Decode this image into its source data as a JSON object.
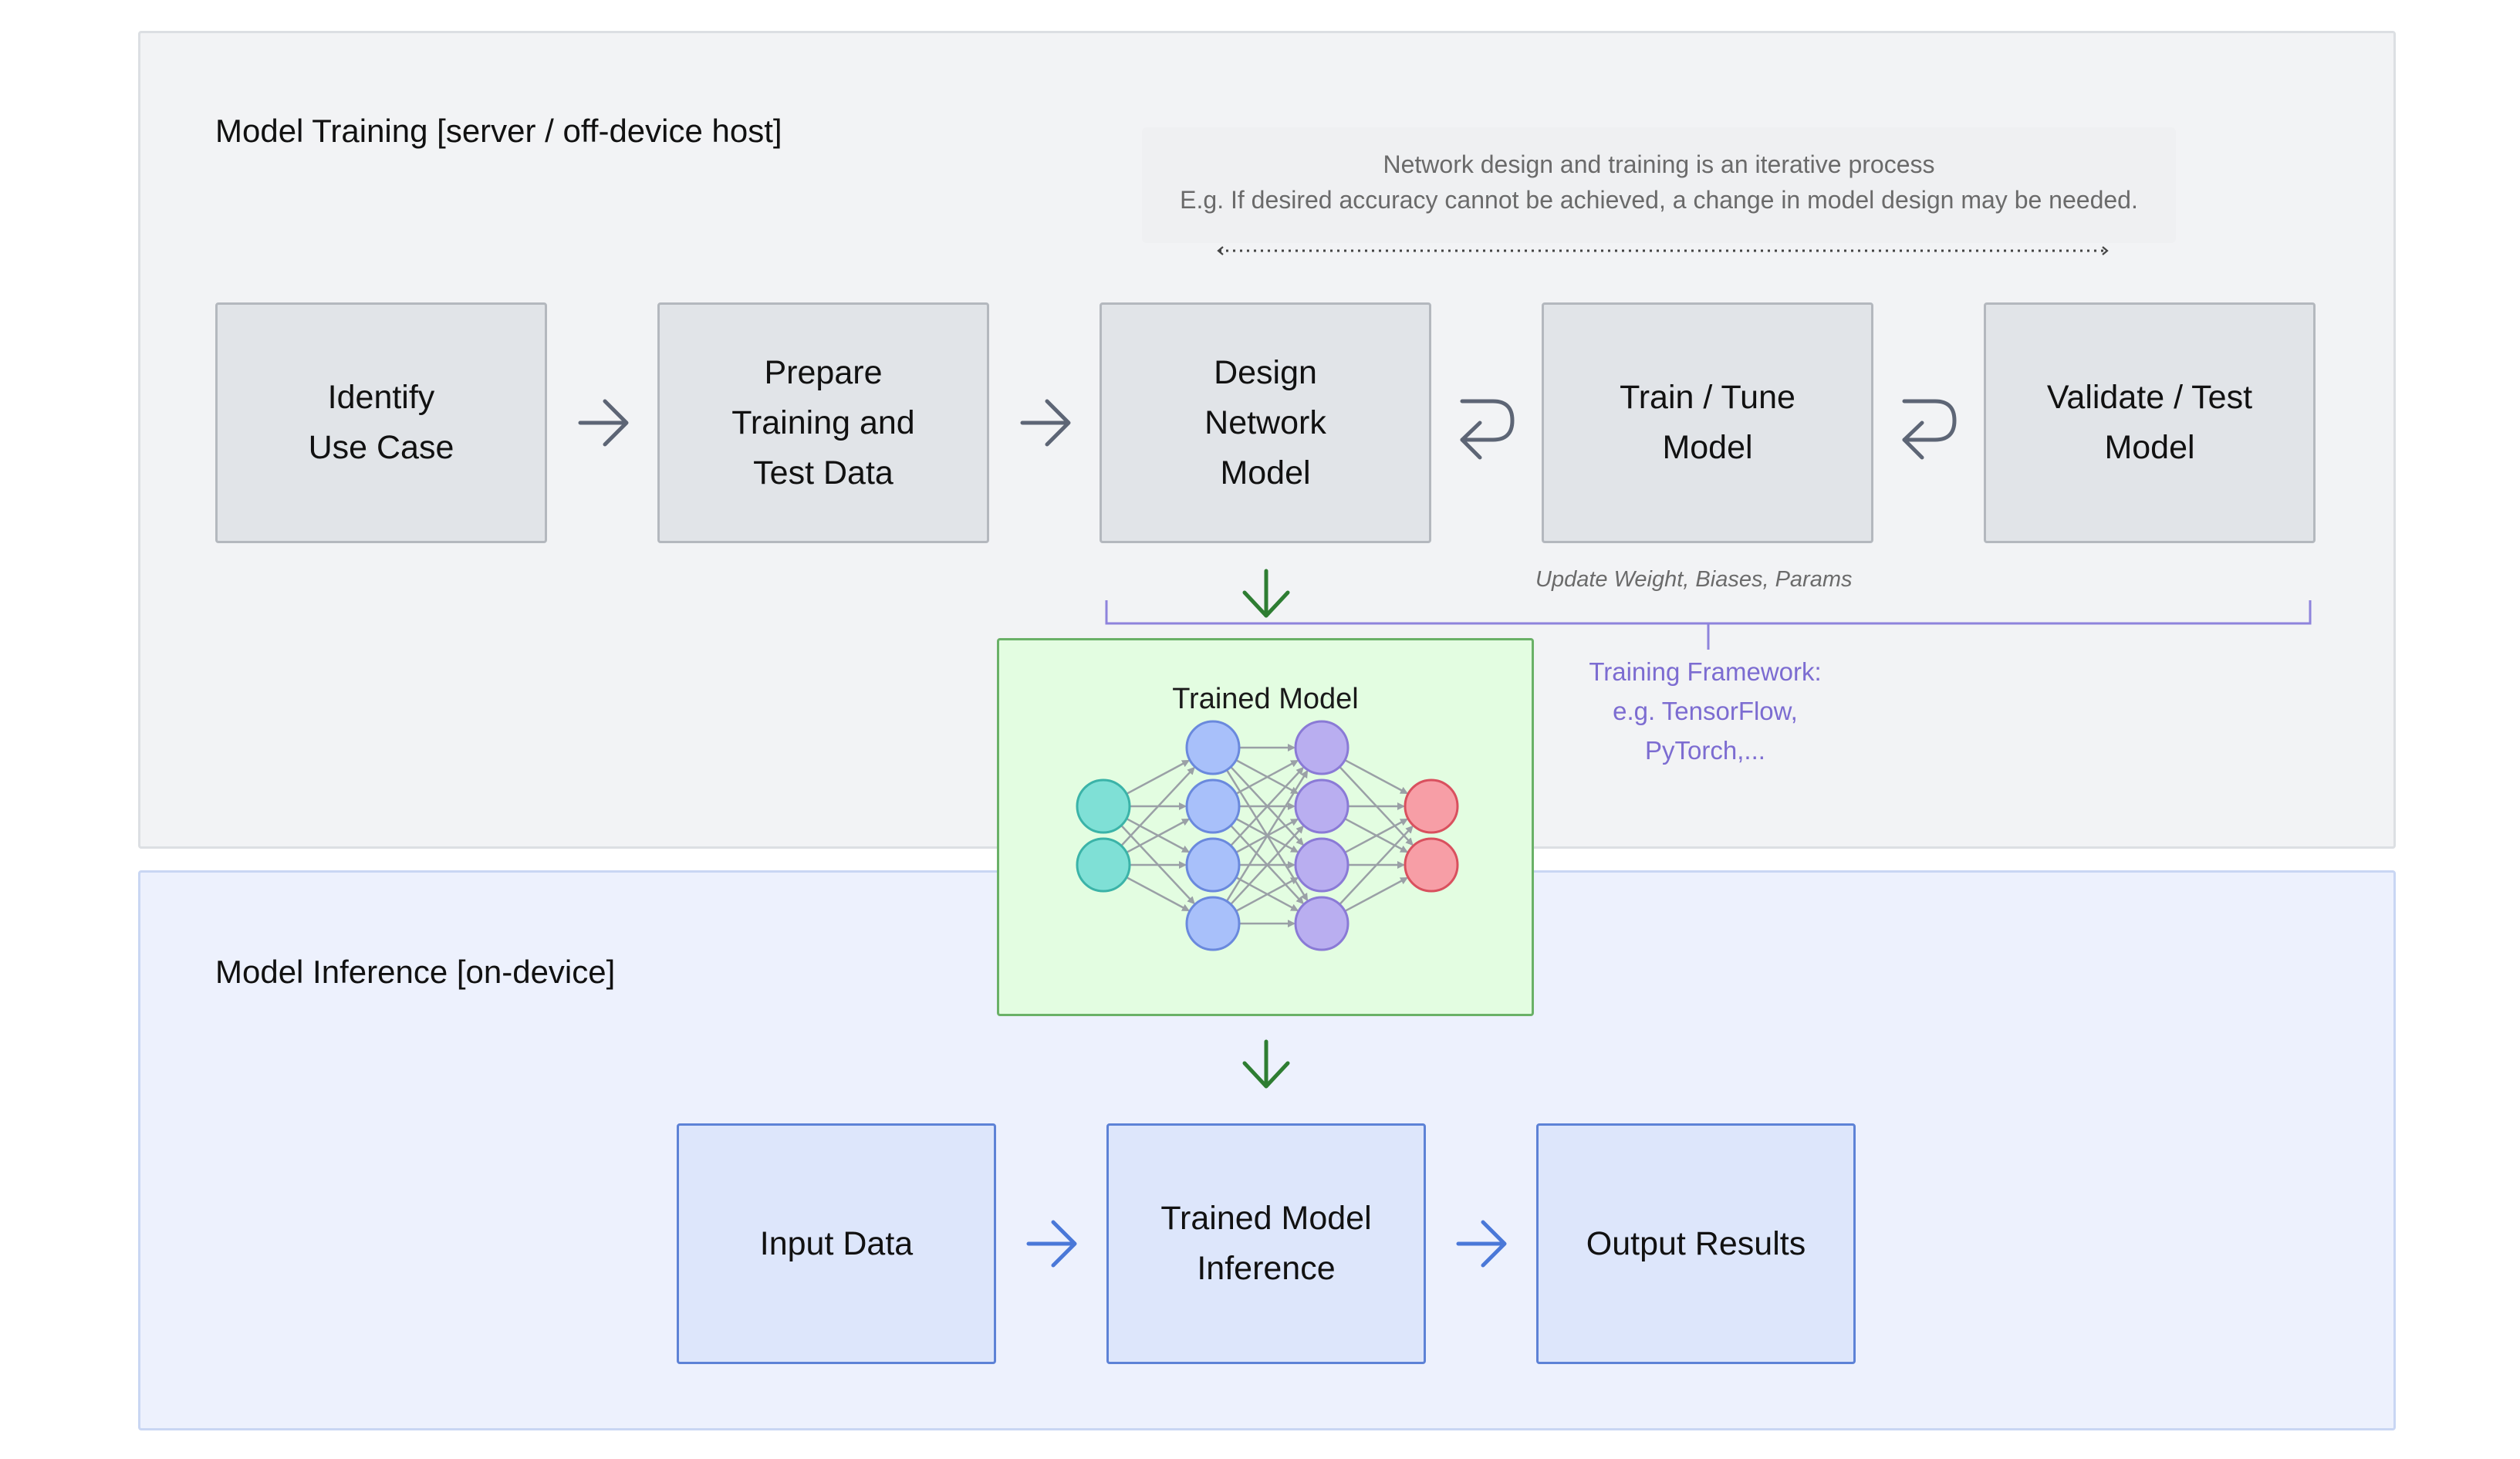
{
  "training_section": {
    "title": "Model Training [server / off-device host]",
    "iteration_note": [
      "Network design and training is an iterative process",
      "E.g. If desired accuracy cannot be achieved, a change in model design may be needed."
    ],
    "steps": [
      {
        "lines": [
          "Identify",
          "Use Case"
        ]
      },
      {
        "lines": [
          "Prepare",
          "Training and",
          "Test Data"
        ]
      },
      {
        "lines": [
          "Design",
          "Network",
          "Model"
        ]
      },
      {
        "lines": [
          "Train / Tune",
          "Model"
        ]
      },
      {
        "lines": [
          "Validate / Test",
          "Model"
        ]
      }
    ],
    "update_caption": "Update Weight, Biases, Params",
    "framework_label": [
      "Training Framework:",
      "e.g. TensorFlow,",
      "PyTorch,..."
    ]
  },
  "trained_model": {
    "title": "Trained Model",
    "network": {
      "layers": [
        {
          "nodes": 2,
          "color": "#7fe0d6",
          "stroke": "#3bb3a8"
        },
        {
          "nodes": 4,
          "color": "#a8c0fa",
          "stroke": "#6a89dd"
        },
        {
          "nodes": 4,
          "color": "#b9aef0",
          "stroke": "#8a7ad6"
        },
        {
          "nodes": 2,
          "color": "#f79ea6",
          "stroke": "#d9505e"
        }
      ]
    }
  },
  "inference_section": {
    "title": "Model Inference [on-device]",
    "steps": [
      {
        "lines": [
          "Input Data"
        ]
      },
      {
        "lines": [
          "Trained Model",
          "Inference"
        ]
      },
      {
        "lines": [
          "Output Results"
        ]
      }
    ]
  },
  "colors": {
    "gray_arrow": "#5d6575",
    "green_arrow": "#2e7d32",
    "blue_arrow": "#4a78d8",
    "framework_bracket": "#8e83dc",
    "edge": "#9aa0a6"
  }
}
